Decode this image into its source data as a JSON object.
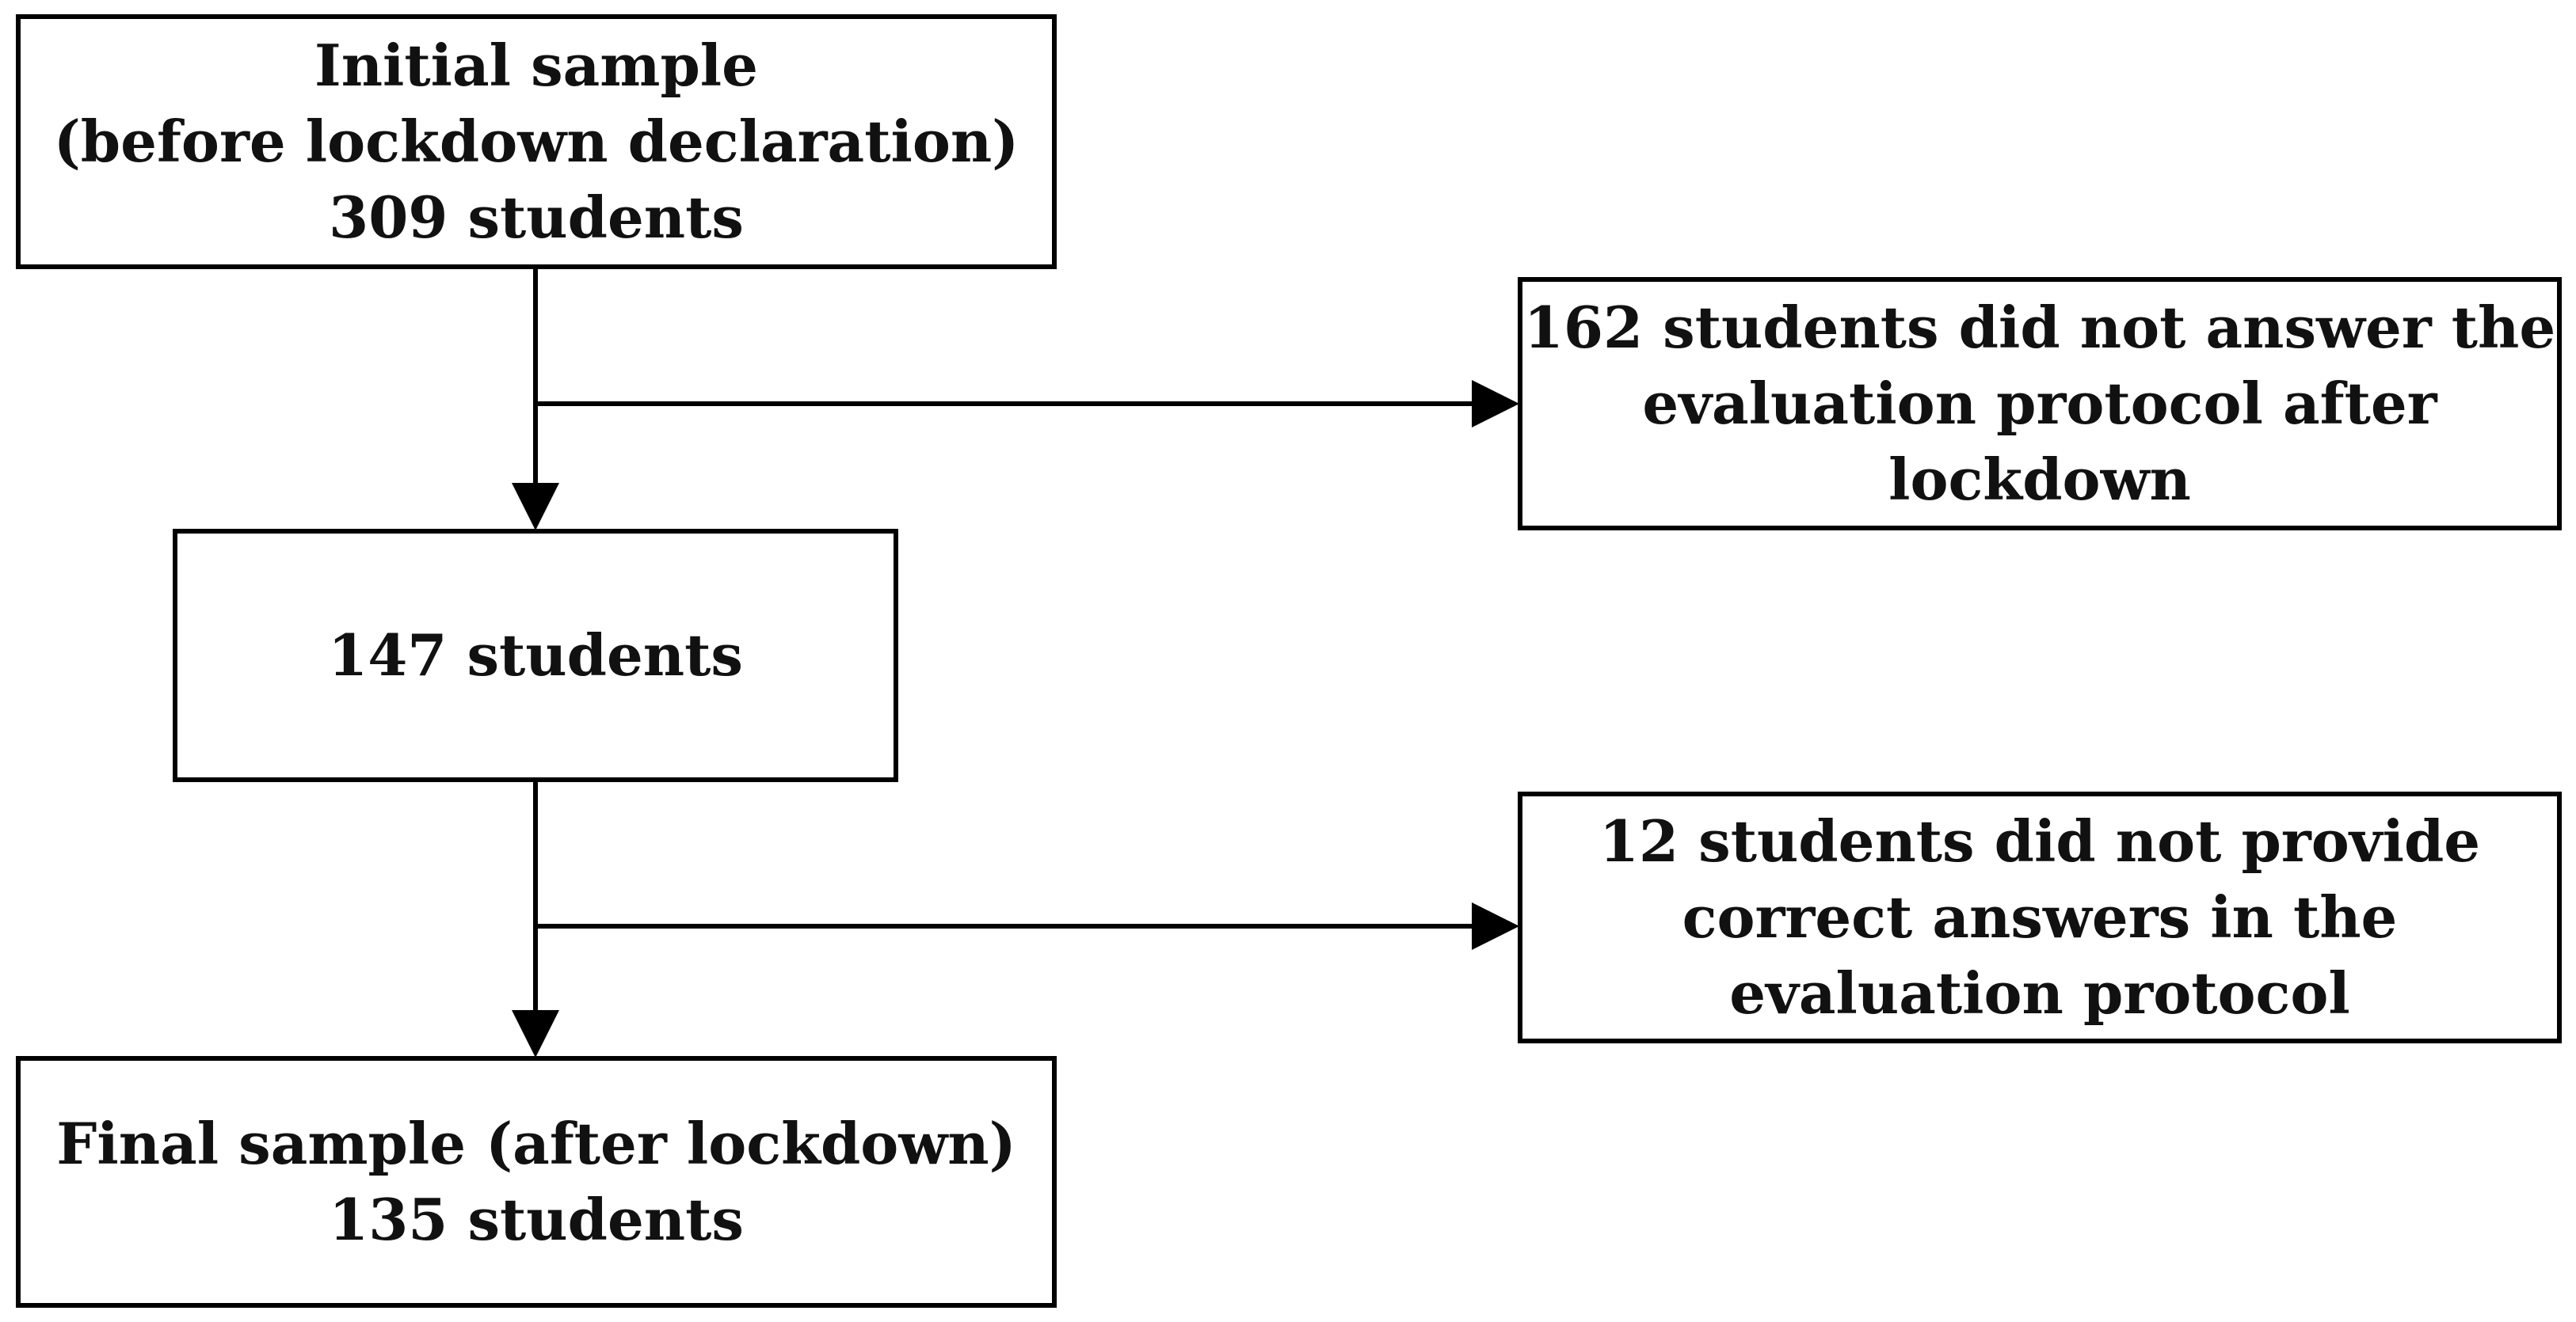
{
  "diagram": {
    "nodes": {
      "initial_sample": {
        "lines": [
          "Initial sample",
          "(before lockdown declaration)",
          "309 students"
        ]
      },
      "excluded_no_answer": {
        "lines": [
          "162 students did not answer the",
          "evaluation protocol after",
          "lockdown"
        ]
      },
      "remaining_sample": {
        "lines": [
          "147 students"
        ]
      },
      "excluded_incorrect": {
        "lines": [
          "12 students did not provide",
          "correct answers in the",
          "evaluation protocol"
        ]
      },
      "final_sample": {
        "lines": [
          "Final sample (after lockdown)",
          "135 students"
        ]
      }
    },
    "edges": [
      {
        "from": "initial_sample",
        "to": "remaining_sample"
      },
      {
        "from": "initial_sample",
        "to": "excluded_no_answer"
      },
      {
        "from": "remaining_sample",
        "to": "final_sample"
      },
      {
        "from": "remaining_sample",
        "to": "excluded_incorrect"
      }
    ],
    "colors": {
      "stroke": "#000000",
      "text": "#111111",
      "background": "#ffffff"
    }
  }
}
